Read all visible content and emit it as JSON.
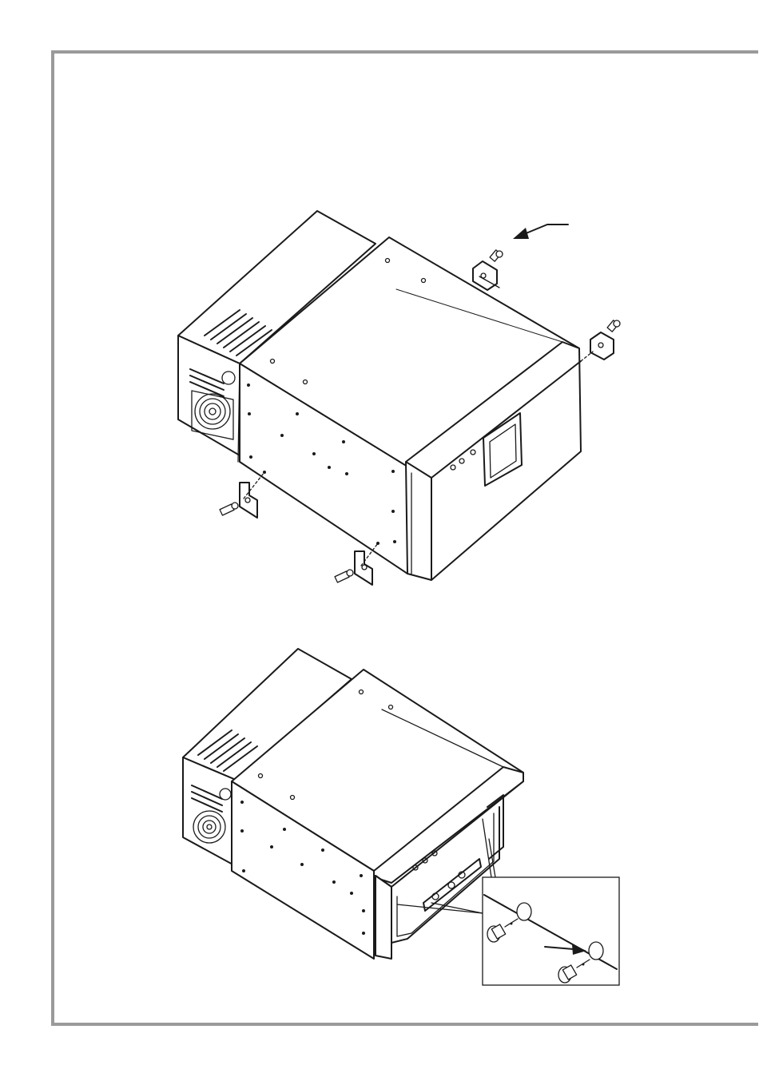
{
  "figures": [
    {
      "id": "fig-installation-brackets",
      "parts": [
        "cabinet",
        "cooling-unit",
        "drawer",
        "mounting-brackets",
        "screws",
        "callout-arrow"
      ]
    },
    {
      "id": "fig-drawer-stops",
      "parts": [
        "cabinet",
        "cooling-unit",
        "opened-drawer",
        "detail-inset",
        "stop-knobs",
        "callout-arrow"
      ]
    }
  ],
  "colors": {
    "line": "#1a1a1a",
    "frame": "#9a9a9a",
    "background": "#ffffff"
  }
}
